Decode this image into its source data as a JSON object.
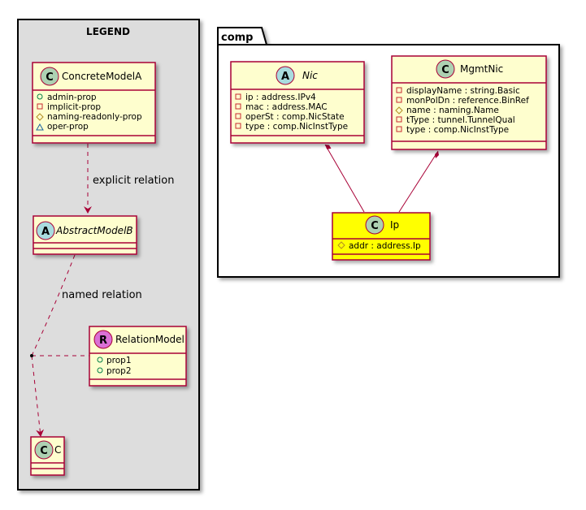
{
  "legend": {
    "title": "LEGEND",
    "concrete": {
      "stereo_letter": "C",
      "name": "ConcreteModelA",
      "attrs": [
        {
          "vis": "public",
          "text": "admin-prop"
        },
        {
          "vis": "private",
          "text": "implicit-prop"
        },
        {
          "vis": "protected",
          "text": "naming-readonly-prop"
        },
        {
          "vis": "package",
          "text": "oper-prop"
        }
      ]
    },
    "abstract": {
      "stereo_letter": "A",
      "name": "AbstractModelB"
    },
    "relation": {
      "stereo_letter": "R",
      "name": "RelationModel",
      "attrs": [
        {
          "vis": "public",
          "text": "prop1"
        },
        {
          "vis": "public",
          "text": "prop2"
        }
      ]
    },
    "c": {
      "stereo_letter": "C",
      "name": "C"
    },
    "explicit_label": "explicit relation",
    "named_label": "named relation"
  },
  "comp": {
    "package_name": "comp",
    "nic": {
      "stereo_letter": "A",
      "name": "Nic",
      "attrs": [
        {
          "vis": "private",
          "text": "ip : address.IPv4"
        },
        {
          "vis": "private",
          "text": "mac : address.MAC"
        },
        {
          "vis": "private",
          "text": "operSt : comp.NicState"
        },
        {
          "vis": "private",
          "text": "type : comp.NicInstType"
        }
      ]
    },
    "mgmtnic": {
      "stereo_letter": "C",
      "name": "MgmtNic",
      "attrs": [
        {
          "vis": "private",
          "text": "displayName : string.Basic"
        },
        {
          "vis": "private",
          "text": "monPolDn : reference.BinRef"
        },
        {
          "vis": "protected",
          "text": "name : naming.Name"
        },
        {
          "vis": "private",
          "text": "tType : tunnel.TunnelQual"
        },
        {
          "vis": "private",
          "text": "type : comp.NicInstType"
        }
      ]
    },
    "ip": {
      "stereo_letter": "C",
      "name": "Ip",
      "attrs": [
        {
          "vis": "protected",
          "text": "addr : address.Ip"
        }
      ]
    }
  },
  "colors": {
    "border": "#A80036",
    "class_fill": "#FEFECE",
    "highlight_fill": "#FFFF00",
    "legend_bg": "#DDDDDD",
    "circle_class": "#ADD1B2",
    "circle_abstract": "#A9DCDF",
    "circle_relation": "#DA70D6"
  }
}
